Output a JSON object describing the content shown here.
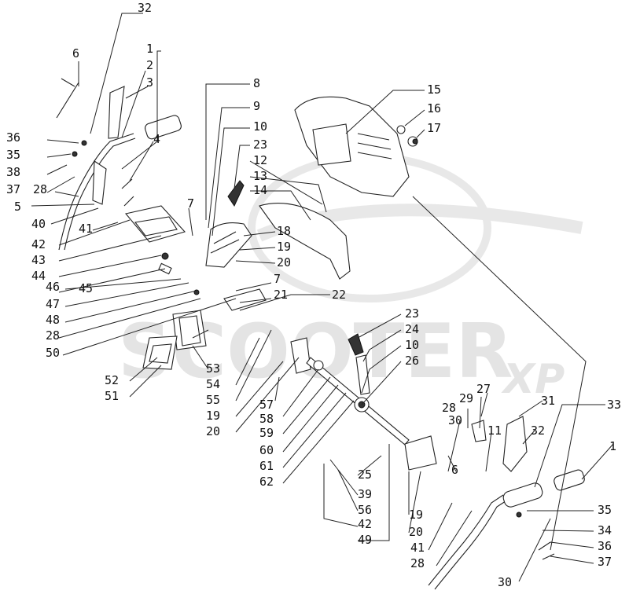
{
  "watermark": {
    "text": "SCOOTER",
    "suffix": "XP"
  },
  "callouts": [
    {
      "id": "c32a",
      "text": "32"
    },
    {
      "id": "c1a",
      "text": "1"
    },
    {
      "id": "c6a",
      "text": "6"
    },
    {
      "id": "c2",
      "text": "2"
    },
    {
      "id": "c3",
      "text": "3"
    },
    {
      "id": "c4",
      "text": "4"
    },
    {
      "id": "c36a",
      "text": "36"
    },
    {
      "id": "c35a",
      "text": "35"
    },
    {
      "id": "c38",
      "text": "38"
    },
    {
      "id": "c37a",
      "text": "37"
    },
    {
      "id": "c28a",
      "text": "28"
    },
    {
      "id": "c5",
      "text": "5"
    },
    {
      "id": "c40",
      "text": "40"
    },
    {
      "id": "c41a",
      "text": "41"
    },
    {
      "id": "c42a",
      "text": "42"
    },
    {
      "id": "c43",
      "text": "43"
    },
    {
      "id": "c44",
      "text": "44"
    },
    {
      "id": "c45",
      "text": "45"
    },
    {
      "id": "c46",
      "text": "46"
    },
    {
      "id": "c47",
      "text": "47"
    },
    {
      "id": "c48",
      "text": "48"
    },
    {
      "id": "c28b",
      "text": "28"
    },
    {
      "id": "c50",
      "text": "50"
    },
    {
      "id": "c7a",
      "text": "7"
    },
    {
      "id": "c8",
      "text": "8"
    },
    {
      "id": "c9",
      "text": "9"
    },
    {
      "id": "c10a",
      "text": "10"
    },
    {
      "id": "c23a",
      "text": "23"
    },
    {
      "id": "c12",
      "text": "12"
    },
    {
      "id": "c13",
      "text": "13"
    },
    {
      "id": "c14",
      "text": "14"
    },
    {
      "id": "c18",
      "text": "18"
    },
    {
      "id": "c19a",
      "text": "19"
    },
    {
      "id": "c20a",
      "text": "20"
    },
    {
      "id": "c7b",
      "text": "7"
    },
    {
      "id": "c21",
      "text": "21"
    },
    {
      "id": "c22",
      "text": "22"
    },
    {
      "id": "c15",
      "text": "15"
    },
    {
      "id": "c16",
      "text": "16"
    },
    {
      "id": "c17",
      "text": "17"
    },
    {
      "id": "c23b",
      "text": "23"
    },
    {
      "id": "c24",
      "text": "24"
    },
    {
      "id": "c10b",
      "text": "10"
    },
    {
      "id": "c26",
      "text": "26"
    },
    {
      "id": "c53",
      "text": "53"
    },
    {
      "id": "c52",
      "text": "52"
    },
    {
      "id": "c51",
      "text": "51"
    },
    {
      "id": "c54",
      "text": "54"
    },
    {
      "id": "c55",
      "text": "55"
    },
    {
      "id": "c19b",
      "text": "19"
    },
    {
      "id": "c20b",
      "text": "20"
    },
    {
      "id": "c57",
      "text": "57"
    },
    {
      "id": "c58",
      "text": "58"
    },
    {
      "id": "c59",
      "text": "59"
    },
    {
      "id": "c60",
      "text": "60"
    },
    {
      "id": "c61",
      "text": "61"
    },
    {
      "id": "c62",
      "text": "62"
    },
    {
      "id": "c25",
      "text": "25"
    },
    {
      "id": "c39",
      "text": "39"
    },
    {
      "id": "c56",
      "text": "56"
    },
    {
      "id": "c42b",
      "text": "42"
    },
    {
      "id": "c49",
      "text": "49"
    },
    {
      "id": "c19c",
      "text": "19"
    },
    {
      "id": "c20c",
      "text": "20"
    },
    {
      "id": "c41b",
      "text": "41"
    },
    {
      "id": "c28c",
      "text": "28"
    },
    {
      "id": "c6b",
      "text": "6"
    },
    {
      "id": "c28d",
      "text": "28"
    },
    {
      "id": "c29",
      "text": "29"
    },
    {
      "id": "c27",
      "text": "27"
    },
    {
      "id": "c30a",
      "text": "30"
    },
    {
      "id": "c11",
      "text": "11"
    },
    {
      "id": "c31",
      "text": "31"
    },
    {
      "id": "c32b",
      "text": "32"
    },
    {
      "id": "c33",
      "text": "33"
    },
    {
      "id": "c1b",
      "text": "1"
    },
    {
      "id": "c35b",
      "text": "35"
    },
    {
      "id": "c34",
      "text": "34"
    },
    {
      "id": "c36b",
      "text": "36"
    },
    {
      "id": "c37b",
      "text": "37"
    },
    {
      "id": "c30b",
      "text": "30"
    }
  ]
}
